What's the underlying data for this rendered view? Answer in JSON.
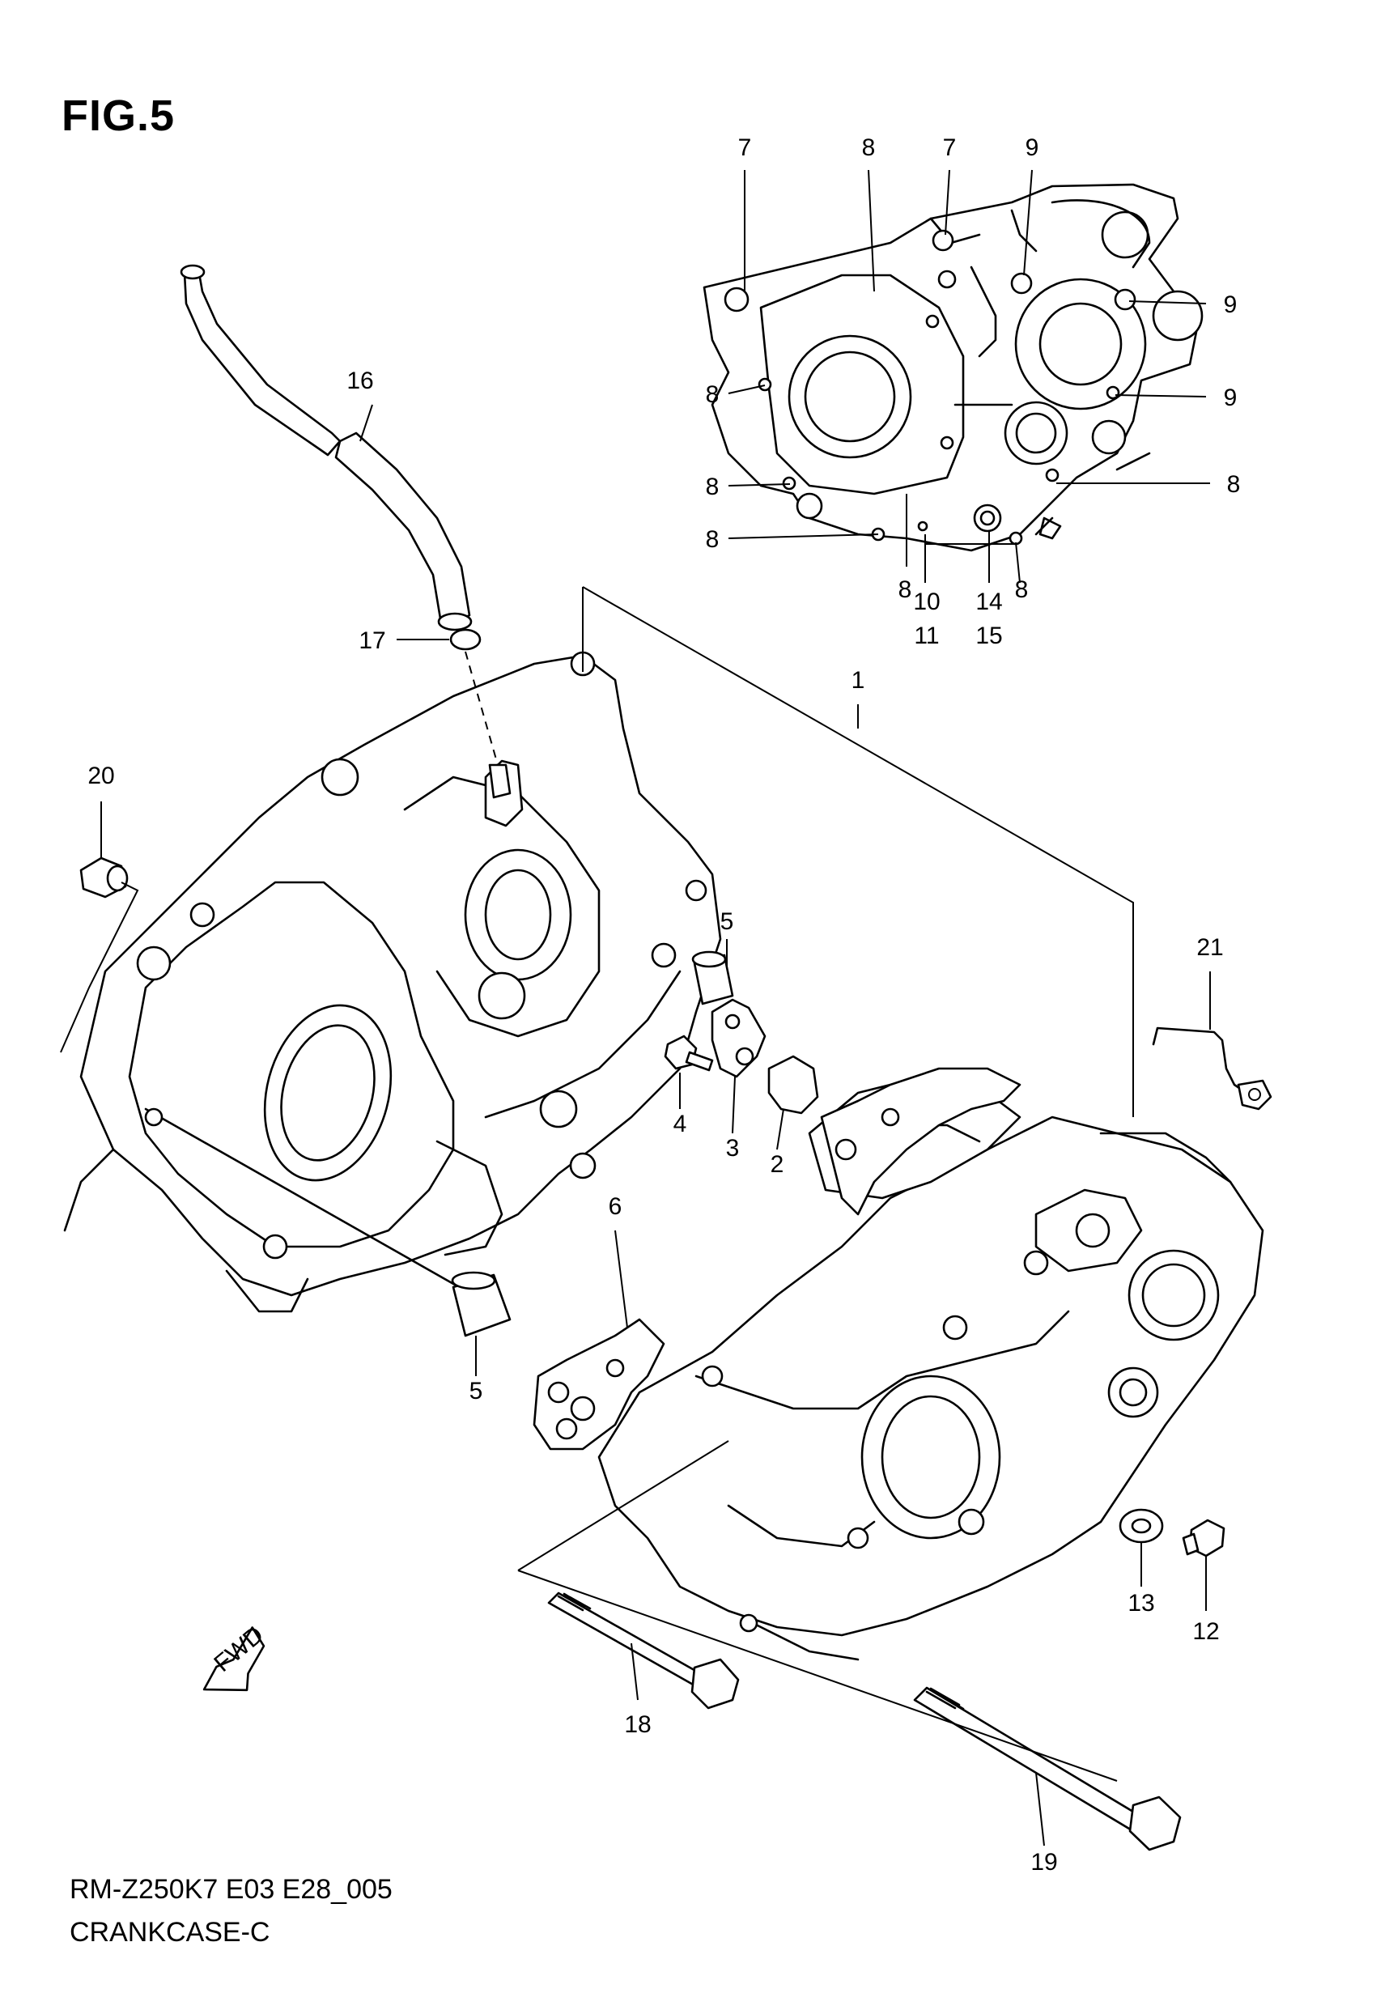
{
  "figure": {
    "title": "FIG.5",
    "model_code": "RM-Z250K7 E03 E28_005",
    "section_name": "CRANKCASE-C"
  },
  "callouts": [
    {
      "id": "c1",
      "text": "1"
    },
    {
      "id": "c2",
      "text": "2"
    },
    {
      "id": "c3",
      "text": "3"
    },
    {
      "id": "c4",
      "text": "4"
    },
    {
      "id": "c5a",
      "text": "5"
    },
    {
      "id": "c5b",
      "text": "5"
    },
    {
      "id": "c6",
      "text": "6"
    },
    {
      "id": "c7a",
      "text": "7"
    },
    {
      "id": "c7b",
      "text": "7"
    },
    {
      "id": "c8a",
      "text": "8"
    },
    {
      "id": "c8b",
      "text": "8"
    },
    {
      "id": "c8c",
      "text": "8"
    },
    {
      "id": "c8d",
      "text": "8"
    },
    {
      "id": "c8e",
      "text": "8"
    },
    {
      "id": "c8f",
      "text": "8"
    },
    {
      "id": "c8g",
      "text": "8"
    },
    {
      "id": "c9a",
      "text": "9"
    },
    {
      "id": "c9b",
      "text": "9"
    },
    {
      "id": "c9c",
      "text": "9"
    },
    {
      "id": "c10",
      "text": "10"
    },
    {
      "id": "c11",
      "text": "11"
    },
    {
      "id": "c12",
      "text": "12"
    },
    {
      "id": "c13",
      "text": "13"
    },
    {
      "id": "c14",
      "text": "14"
    },
    {
      "id": "c15",
      "text": "15"
    },
    {
      "id": "c16",
      "text": "16"
    },
    {
      "id": "c17",
      "text": "17"
    },
    {
      "id": "c18",
      "text": "18"
    },
    {
      "id": "c19",
      "text": "19"
    },
    {
      "id": "c20",
      "text": "20"
    },
    {
      "id": "c21",
      "text": "21"
    }
  ],
  "fwd_marker": {
    "text": "FWD"
  }
}
